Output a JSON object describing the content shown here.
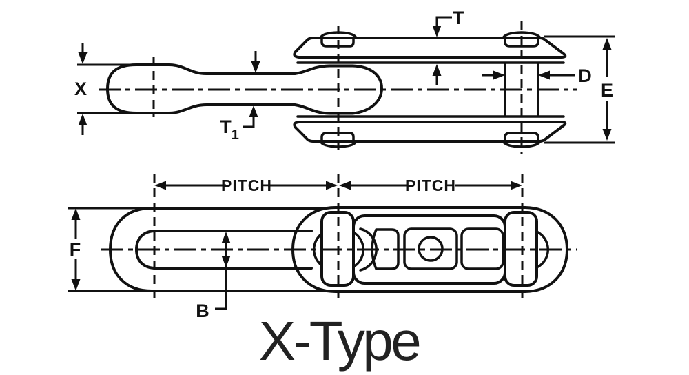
{
  "colors": {
    "line": "#111111",
    "title": "#222222",
    "background": "#ffffff"
  },
  "title": {
    "text": "X-Type"
  },
  "side_view": {
    "labels": {
      "x": "X",
      "t": "T",
      "t1_base": "T",
      "t1_sub": "1",
      "d": "D",
      "e": "E"
    }
  },
  "plan_view": {
    "labels": {
      "pitch_left": "PITCH",
      "pitch_right": "PITCH",
      "f": "F",
      "b": "B"
    }
  }
}
